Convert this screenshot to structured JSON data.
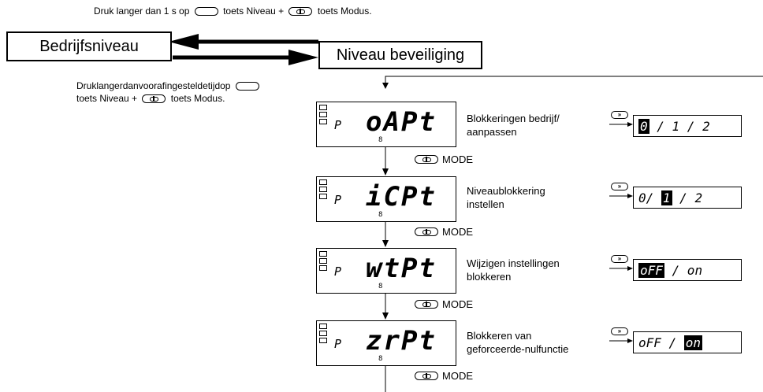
{
  "top_note": {
    "prefix": "Druk langer dan 1 s op",
    "mid": "toets Niveau +",
    "suffix": "toets Modus."
  },
  "bedrijfsniveau_label": "Bedrijfsniveau",
  "beveiliging_label": "Niveau beveiliging",
  "second_note": {
    "line1": "Druklangerdanvoorafingesteldetijdop",
    "line2_mid": "toets Niveau +",
    "line2_suffix": "toets Modus."
  },
  "mode_label": "MODE",
  "steps": [
    {
      "code": "oAPt",
      "desc1": "Blokkeringen bedrijf/",
      "desc2": "aanpassen",
      "val_hl": "0",
      "val_rest": " / 1 / 2",
      "val_pre": ""
    },
    {
      "code": "iCPt",
      "desc1": "Niveaublokkering",
      "desc2": "instellen",
      "val_pre": "0/ ",
      "val_hl": "1",
      "val_rest": " / 2"
    },
    {
      "code": "wtPt",
      "desc1": "Wijzigen instellingen",
      "desc2": "blokkeren",
      "val_pre": "",
      "val_hl": "oFF",
      "val_rest": " / on"
    },
    {
      "code": "zrPt",
      "desc1": "Blokkeren van",
      "desc2": "geforceerde-nulfunctie",
      "val_pre": "oFF / ",
      "val_hl": "on",
      "val_rest": ""
    }
  ],
  "lcd_small_digit": "8",
  "lcd_p_label": "P",
  "shift_key_glyph": "»"
}
